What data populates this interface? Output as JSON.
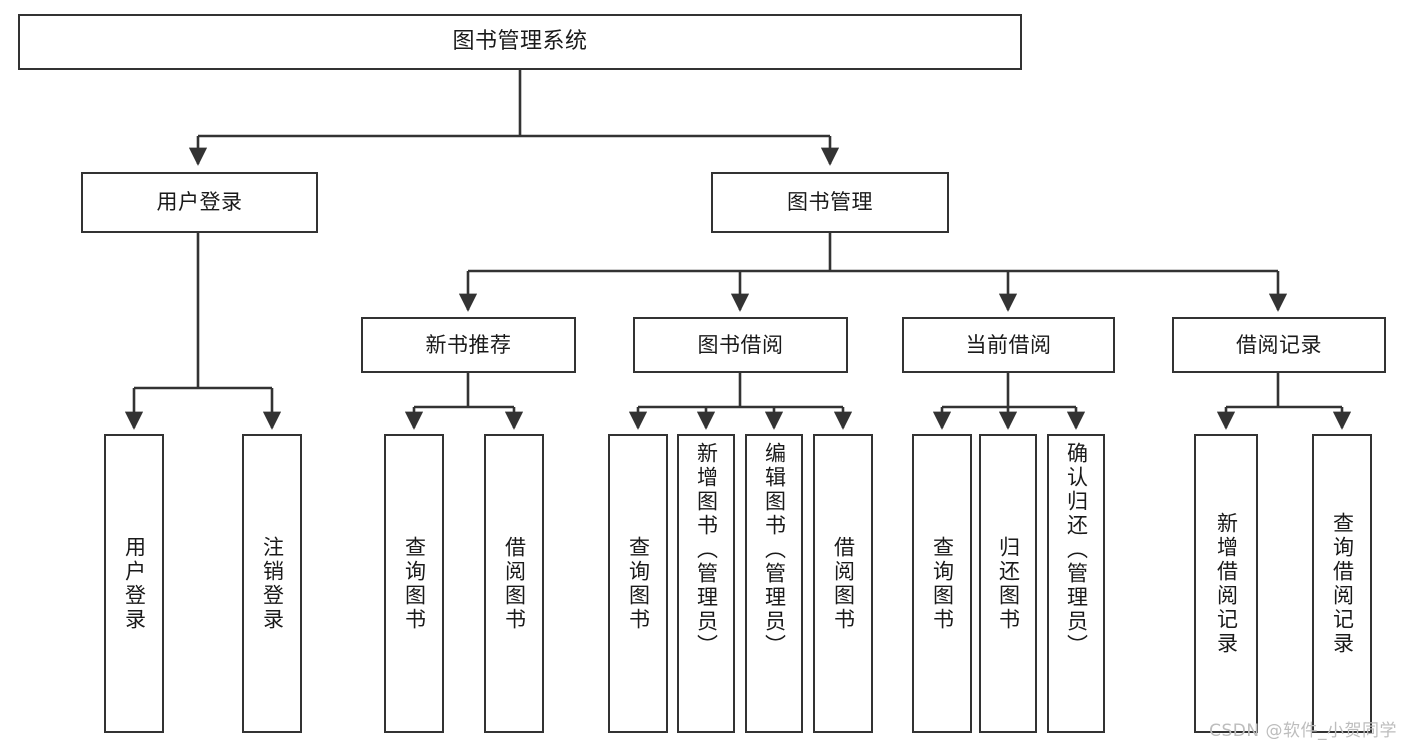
{
  "diagram": {
    "title": "图书管理系统",
    "type": "tree",
    "line_color": "#333333",
    "box_fill": "#ffffff",
    "text_color": "#1a1a1a",
    "watermark": "CSDN @软件_小贺同学",
    "root": {
      "label": "图书管理系统"
    },
    "level1": [
      {
        "label": "用户登录"
      },
      {
        "label": "图书管理"
      }
    ],
    "level2": [
      {
        "label": "新书推荐"
      },
      {
        "label": "图书借阅"
      },
      {
        "label": "当前借阅"
      },
      {
        "label": "借阅记录"
      }
    ],
    "leaves": {
      "user_login": [
        {
          "label": "用户登录"
        },
        {
          "label": "注销登录"
        }
      ],
      "new_book_recommend": [
        {
          "label": "查询图书"
        },
        {
          "label": "借阅图书"
        }
      ],
      "book_borrow": [
        {
          "label": "查询图书"
        },
        {
          "label": "新增图书（管理员）"
        },
        {
          "label": "编辑图书（管理员）"
        },
        {
          "label": "借阅图书"
        }
      ],
      "current_borrow": [
        {
          "label": "查询图书"
        },
        {
          "label": "归还图书"
        },
        {
          "label": "确认归还（管理员）"
        }
      ],
      "borrow_record": [
        {
          "label": "新增借阅记录"
        },
        {
          "label": "查询借阅记录"
        }
      ]
    }
  }
}
